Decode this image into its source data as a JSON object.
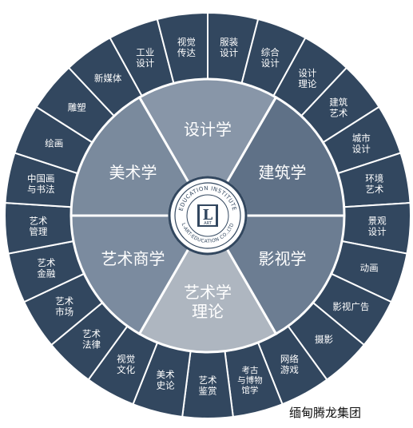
{
  "colors": {
    "outer_ring": "#32475f",
    "separator": "#ffffff",
    "center_text": "#ffffff"
  },
  "inner_sectors": [
    {
      "lines": [
        "设计学"
      ],
      "color": "#8896a8"
    },
    {
      "lines": [
        "建筑学"
      ],
      "color": "#5f7187"
    },
    {
      "lines": [
        "影视学"
      ],
      "color": "#6c7d92"
    },
    {
      "lines": [
        "艺术学",
        "理论"
      ],
      "color": "#aeb6c0"
    },
    {
      "lines": [
        "艺术商学"
      ],
      "color": "#7b8b9f"
    },
    {
      "lines": [
        "美术学"
      ],
      "color": "#7a8a9d"
    }
  ],
  "outer_items": [
    [
      "服装",
      "设计"
    ],
    [
      "综合",
      "设计"
    ],
    [
      "设计",
      "理论"
    ],
    [
      "建筑",
      "艺术"
    ],
    [
      "城市",
      "设计"
    ],
    [
      "环境",
      "艺术"
    ],
    [
      "景观",
      "设计"
    ],
    [
      "动画"
    ],
    [
      "影视广告"
    ],
    [
      "摄影"
    ],
    [
      "网络",
      "游戏"
    ],
    [
      "考古",
      "与博物",
      "馆学"
    ],
    [
      "艺术",
      "鉴赏"
    ],
    [
      "美术",
      "史论"
    ],
    [
      "视觉",
      "文化"
    ],
    [
      "艺术",
      "法律"
    ],
    [
      "艺术",
      "市场"
    ],
    [
      "艺术",
      "金融"
    ],
    [
      "艺术",
      "管理"
    ],
    [
      "中国画",
      "与书法"
    ],
    [
      "绘画"
    ],
    [
      "雕塑"
    ],
    [
      "新媒体"
    ],
    [
      "工业",
      "设计"
    ],
    [
      "视觉",
      "传达"
    ]
  ],
  "logo": {
    "top_text": "EDUCATION INSTITUTE",
    "bottom_text": "L-ART-EDUCATION CO.,LTD",
    "letter": "L",
    "mark_text": "ART"
  },
  "footer": "缅甸腾龙集团"
}
